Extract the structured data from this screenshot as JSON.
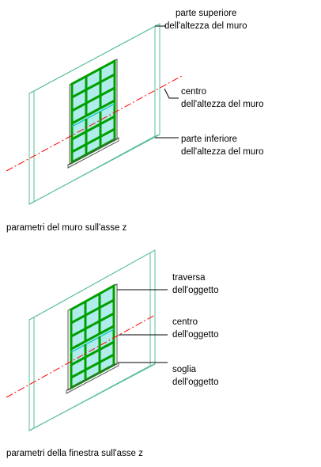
{
  "figure1": {
    "labels": {
      "top_line1": "parte superiore",
      "top_line2": "dell'altezza del muro",
      "mid_line1": "centro",
      "mid_line2": "dell'altezza del muro",
      "bot_line1": "parte inferiore",
      "bot_line2": "dell'altezza del muro"
    },
    "caption": "parametri del muro sull'asse z"
  },
  "figure2": {
    "labels": {
      "top_line1": "traversa",
      "top_line2": "dell'oggetto",
      "mid_line1": "centro",
      "mid_line2": "dell'oggetto",
      "bot_line1": "soglia",
      "bot_line2": "dell'oggetto"
    },
    "caption": "parametri della finestra sull'asse z"
  },
  "colors": {
    "wall_outline": "#5bbf9a",
    "window_frame": "#00a000",
    "window_cyan": "#20c8c8",
    "axis": "#ff0000",
    "leader": "#000000"
  }
}
